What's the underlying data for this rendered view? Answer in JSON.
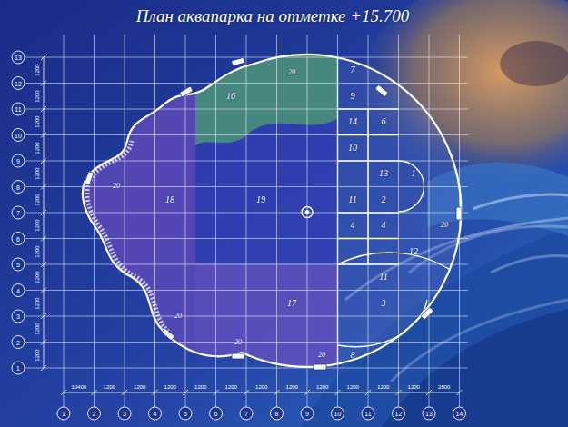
{
  "diagram": {
    "title": "План аквапарка на отметке +15.700",
    "labels": [
      "16",
      "7",
      "9",
      "14",
      "6",
      "10",
      "13",
      "1",
      "11",
      "2",
      "4",
      "4",
      "12",
      "11",
      "3",
      "8",
      "18",
      "19",
      "17",
      "20",
      "20",
      "20",
      "20",
      "20",
      "20",
      "1",
      "2",
      "3",
      "4",
      "5",
      "6",
      "7",
      "8",
      "9",
      "10",
      "11",
      "12",
      "13",
      "14",
      "1",
      "2",
      "3",
      "4",
      "5",
      "6",
      "7",
      "8",
      "9",
      "10",
      "11",
      "12",
      "13",
      "10400",
      "1200",
      "1200",
      "1200",
      "1200",
      "1200",
      "1200",
      "1200",
      "1200",
      "1200",
      "1200",
      "1200",
      "2800",
      "1200",
      "1200",
      "1200",
      "1200",
      "1200",
      "1200",
      "1200",
      "1200",
      "1200",
      "1200",
      "1200",
      "1200"
    ]
  }
}
